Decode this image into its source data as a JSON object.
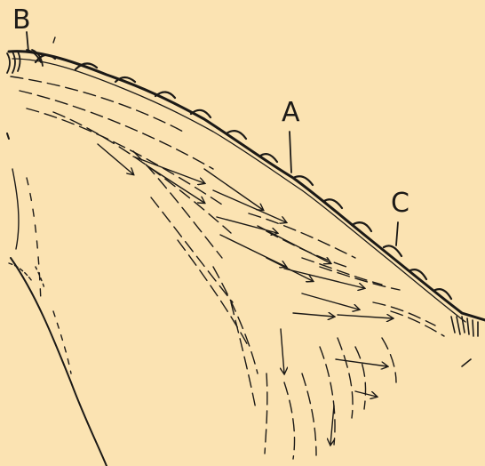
{
  "labels": {
    "a": "A",
    "b": "B",
    "c": "C"
  },
  "colors": {
    "background": "#fbe3b2",
    "ink": "#1c1a17"
  }
}
